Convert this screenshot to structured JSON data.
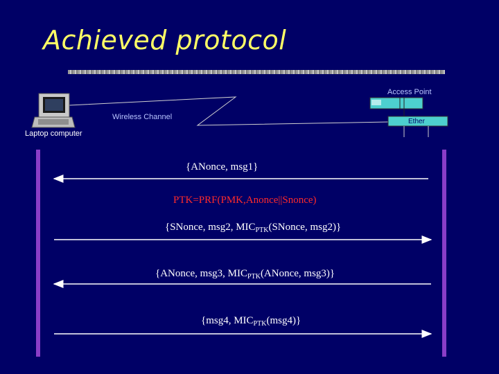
{
  "slide": {
    "title": "Achieved protocol"
  },
  "nodes": {
    "access_point": "Access Point",
    "wireless_channel": "Wireless Channel",
    "ether": "Ether",
    "laptop": "Laptop computer"
  },
  "messages": {
    "m1": "{ANonce, msg1}",
    "ptk": "PTK=PRF(PMK,Anonce||Snonce)",
    "m2_pre": "{SNonce, msg2, MIC",
    "m2_sub": "PTK",
    "m2_post": "(SNonce, msg2)}",
    "m3_pre": "{ANonce, msg3, MIC",
    "m3_sub": "PTK",
    "m3_post": "(ANonce, msg3)}",
    "m4_pre": "{msg4, MIC",
    "m4_sub": "PTK",
    "m4_post": "(msg4)}"
  },
  "colors": {
    "background": "#000066",
    "title": "#ffff66",
    "highlight_text": "#ff2a2a",
    "lifeline": "#8a3dc8",
    "arrow": "#ffffff"
  },
  "icons": [
    "laptop-icon",
    "access-point-icon",
    "lightning-link-icon"
  ]
}
